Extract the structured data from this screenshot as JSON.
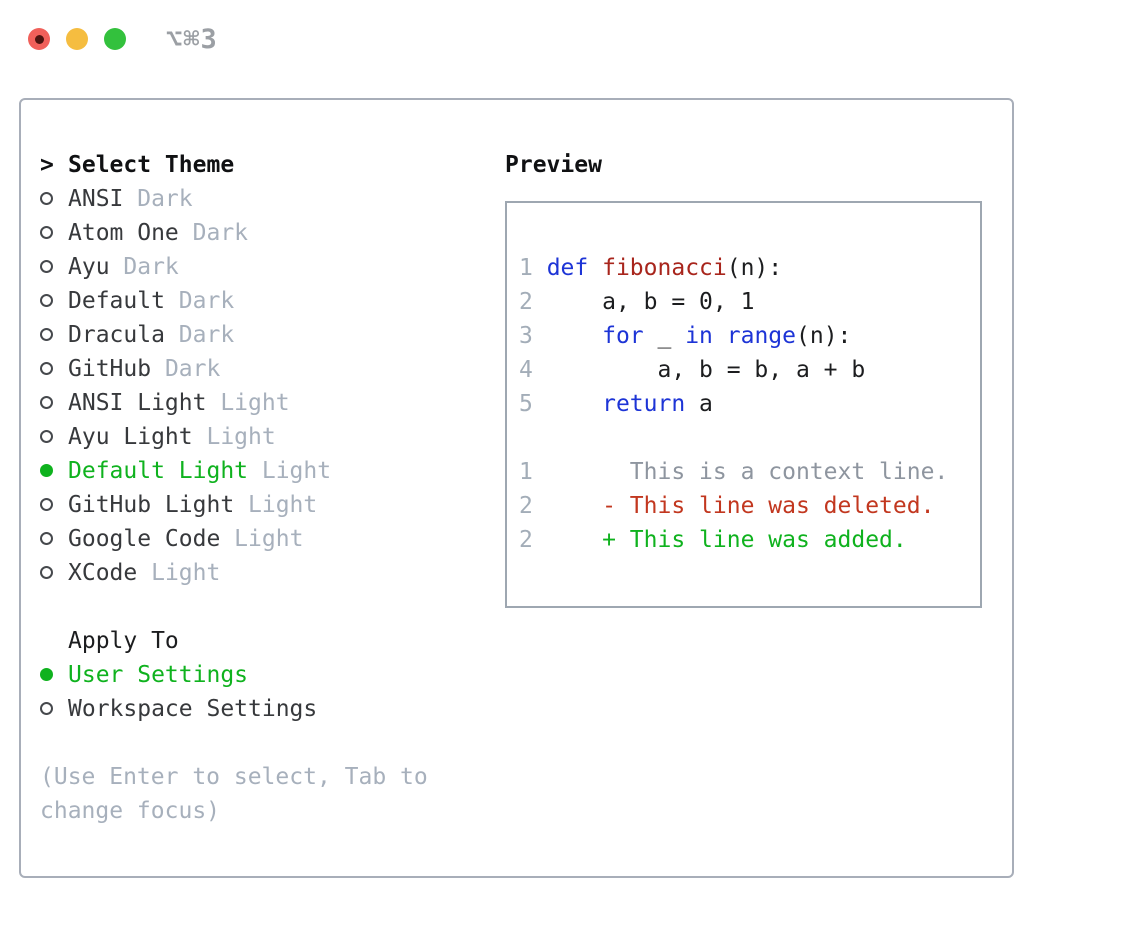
{
  "titlebar": {
    "shortcut": "⌥⌘3"
  },
  "theme_list": {
    "cursor": ">",
    "heading": "Select Theme",
    "items": [
      {
        "name": "ANSI",
        "variant": "Dark",
        "selected": false
      },
      {
        "name": "Atom One",
        "variant": "Dark",
        "selected": false
      },
      {
        "name": "Ayu",
        "variant": "Dark",
        "selected": false
      },
      {
        "name": "Default",
        "variant": "Dark",
        "selected": false
      },
      {
        "name": "Dracula",
        "variant": "Dark",
        "selected": false
      },
      {
        "name": "GitHub",
        "variant": "Dark",
        "selected": false
      },
      {
        "name": "ANSI Light",
        "variant": "Light",
        "selected": false
      },
      {
        "name": "Ayu Light",
        "variant": "Light",
        "selected": false
      },
      {
        "name": "Default Light",
        "variant": "Light",
        "selected": true
      },
      {
        "name": "GitHub Light",
        "variant": "Light",
        "selected": false
      },
      {
        "name": "Google Code",
        "variant": "Light",
        "selected": false
      },
      {
        "name": "XCode",
        "variant": "Light",
        "selected": false
      }
    ]
  },
  "apply_to": {
    "heading": "Apply To",
    "items": [
      {
        "name": "User Settings",
        "selected": true
      },
      {
        "name": "Workspace Settings",
        "selected": false
      }
    ]
  },
  "help": {
    "line1": "(Use Enter to select, Tab to",
    "line2": "change focus)"
  },
  "preview": {
    "heading": "Preview",
    "lines": [
      {
        "num": "1",
        "tokens": [
          {
            "t": "def",
            "c": "kw"
          },
          {
            "t": " ",
            "c": "plain"
          },
          {
            "t": "fibonacci",
            "c": "fn"
          },
          {
            "t": "(n):",
            "c": "plain"
          }
        ]
      },
      {
        "num": "2",
        "tokens": [
          {
            "t": "    a, b = 0, 1",
            "c": "plain"
          }
        ]
      },
      {
        "num": "3",
        "tokens": [
          {
            "t": "    ",
            "c": "plain"
          },
          {
            "t": "for",
            "c": "kw"
          },
          {
            "t": " _ ",
            "c": "plain"
          },
          {
            "t": "in",
            "c": "kw"
          },
          {
            "t": " ",
            "c": "plain"
          },
          {
            "t": "range",
            "c": "kw"
          },
          {
            "t": "(n):",
            "c": "plain"
          }
        ]
      },
      {
        "num": "4",
        "tokens": [
          {
            "t": "        a, b = b, a + b",
            "c": "plain"
          }
        ]
      },
      {
        "num": "5",
        "tokens": [
          {
            "t": "    ",
            "c": "plain"
          },
          {
            "t": "return",
            "c": "kw"
          },
          {
            "t": " a",
            "c": "plain"
          }
        ]
      },
      {
        "num": "",
        "tokens": []
      },
      {
        "num": "1",
        "tokens": [
          {
            "t": "      This is a context line.",
            "c": "ctx"
          }
        ]
      },
      {
        "num": "2",
        "tokens": [
          {
            "t": "    - This line was deleted.",
            "c": "del"
          }
        ]
      },
      {
        "num": "2",
        "tokens": [
          {
            "t": "    + This line was added.",
            "c": "add"
          }
        ]
      }
    ]
  },
  "colors": {
    "accent_green": "#0fb21e",
    "keyword_blue": "#1d34d6",
    "function_red": "#a8251c",
    "diff_red": "#c2371f",
    "diff_green": "#0fb21e",
    "muted_gray": "#a7b0bc",
    "traffic_red": "#f0605a",
    "traffic_yellow": "#f5bd40",
    "traffic_green": "#33c13d"
  }
}
